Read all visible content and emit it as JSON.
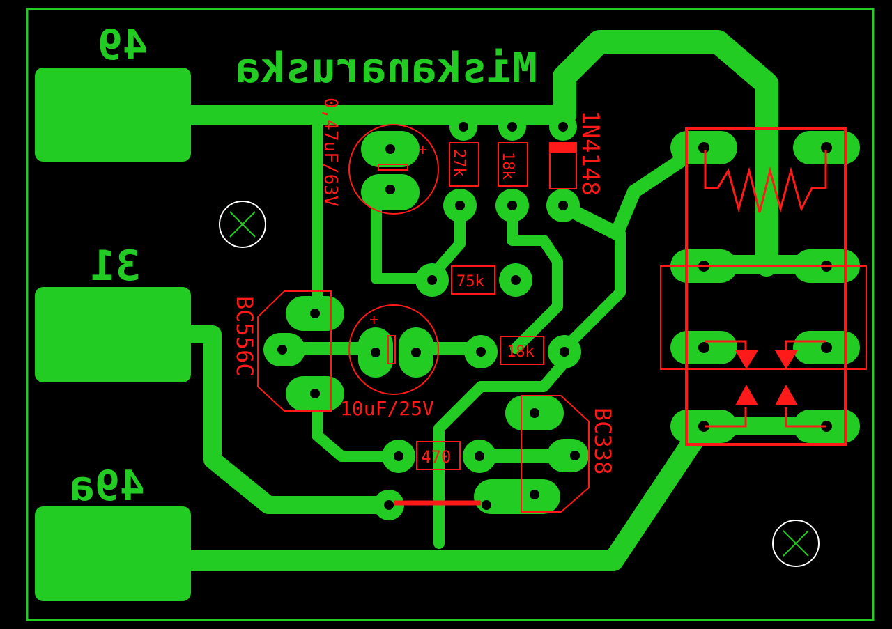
{
  "board": {
    "title": "Miskanaruska",
    "colors": {
      "background": "#000000",
      "copper": "#22cc22",
      "silkscreen": "#ff1a1a",
      "outline": "#22cc22",
      "mounting_hole": "#ffffff"
    }
  },
  "connectors": [
    {
      "id": "pad-49",
      "label": "49"
    },
    {
      "id": "pad-31",
      "label": "31"
    },
    {
      "id": "pad-49a",
      "label": "49a"
    }
  ],
  "components": {
    "c1_label": "0,47uF/63V",
    "c2_label": "10uF/25V",
    "r1_label": "27k",
    "r2_label": "18k",
    "r3_label": "75k",
    "r4_label": "18k",
    "r5_label": "470",
    "diode_label": "1N4148",
    "q1_label": "BC556C",
    "q2_label": "BC338",
    "cap_plus": "+"
  }
}
